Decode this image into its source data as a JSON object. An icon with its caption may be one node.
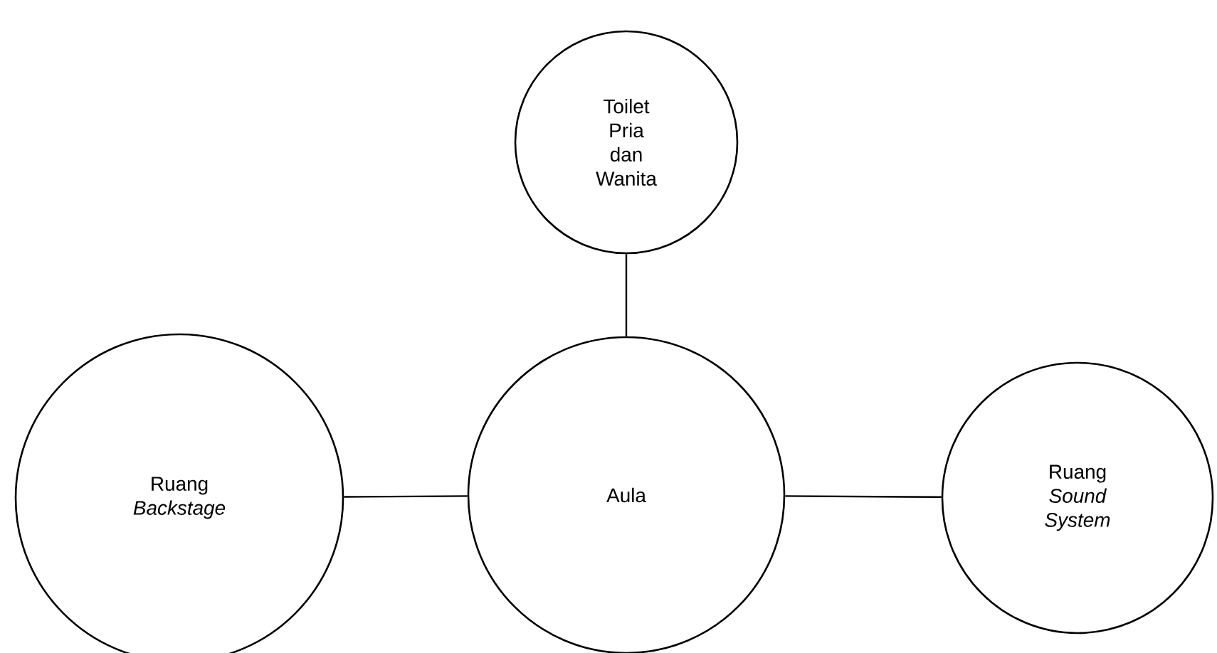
{
  "diagram": {
    "nodes": [
      {
        "text": [
          "Toilet Pria dan Wanita"
        ]
      },
      {
        "text": [
          "Ruang *Backstage*"
        ]
      },
      {
        "text": [
          "Aula"
        ]
      },
      {
        "text": [
          "Ruang *Sound System*"
        ]
      }
    ],
    "edges": [
      {
        "from": 0,
        "to": 2,
        "arrow": "none"
      },
      {
        "from": 1,
        "to": 2,
        "arrow": "none"
      },
      {
        "from": 2,
        "to": 3,
        "arrow": "none"
      }
    ]
  }
}
